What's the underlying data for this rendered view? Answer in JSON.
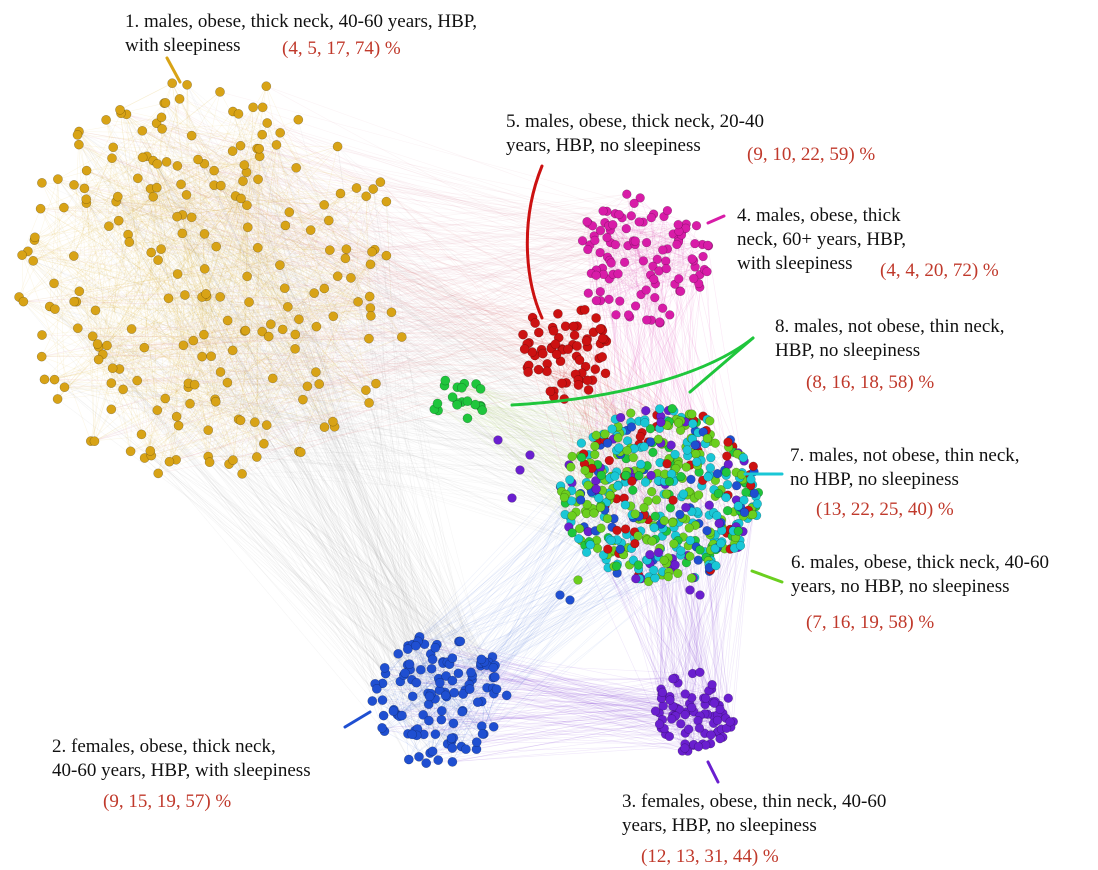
{
  "clusters": [
    {
      "id": 1,
      "color": "#d8a316",
      "label_lines": [
        "1. males, obese, thick neck, 40-60 years, HBP,",
        "with sleepiness"
      ],
      "percent": "(4, 5, 17, 74) %"
    },
    {
      "id": 2,
      "color": "#1f4fd1",
      "label_lines": [
        "2. females, obese, thick neck,",
        "40-60 years, HBP, with sleepiness"
      ],
      "percent": "(9, 15, 19, 57) %"
    },
    {
      "id": 3,
      "color": "#6a1fcf",
      "label_lines": [
        "3. females, obese, thin neck, 40-60",
        "years, HBP, no sleepiness"
      ],
      "percent": "(12, 13, 31, 44) %"
    },
    {
      "id": 4,
      "color": "#d81ca8",
      "label_lines": [
        "4. males, obese, thick",
        "neck, 60+ years, HBP,",
        "with sleepiness"
      ],
      "percent": "(4, 4, 20, 72) %"
    },
    {
      "id": 5,
      "color": "#cc1111",
      "label_lines": [
        "5. males, obese, thick neck, 20-40",
        "years, HBP, no sleepiness"
      ],
      "percent": "(9, 10, 22, 59) %"
    },
    {
      "id": 6,
      "color": "#6bcf1f",
      "label_lines": [
        "6. males, obese, thick neck, 40-60",
        "years, no HBP, no sleepiness"
      ],
      "percent": "(7, 16, 19, 58) %"
    },
    {
      "id": 7,
      "color": "#19c7d6",
      "label_lines": [
        "7. males, not obese, thin neck,",
        "no HBP, no sleepiness"
      ],
      "percent": "(13, 22, 25, 40) %"
    },
    {
      "id": 8,
      "color": "#1fc63c",
      "label_lines": [
        "8. males, not obese, thin neck,",
        "HBP, no sleepiness"
      ],
      "percent": "(8, 16, 18, 58) %"
    }
  ]
}
